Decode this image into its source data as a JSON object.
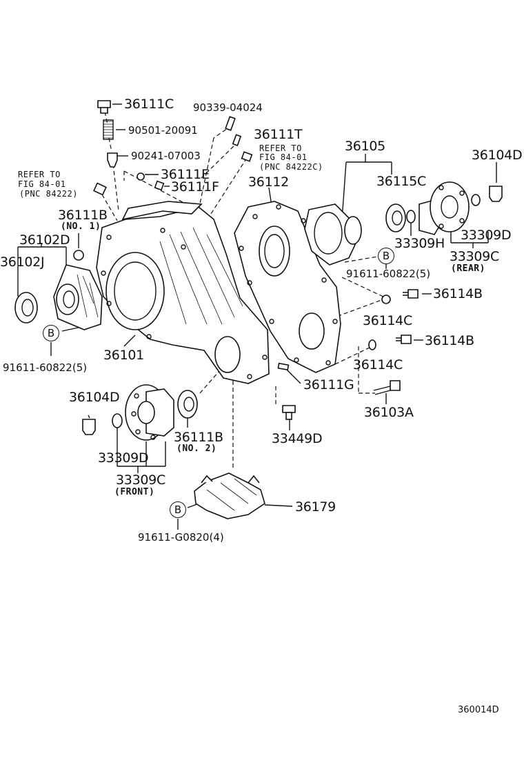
{
  "diagram_code": "360014D",
  "b_marker": "B",
  "labels": {
    "p36111C": "36111C",
    "p90501": "90501-20091",
    "p90339": "90339-04024",
    "p36111T": "36111T",
    "p90241": "90241-07003",
    "p36111E": "36111E",
    "p36111F": "36111F",
    "p36105": "36105",
    "p36104D_r": "36104D",
    "p36112": "36112",
    "p36115C": "36115C",
    "p36111B_1": "36111B",
    "p36102D": "36102D",
    "p36102J": "36102J",
    "p33309H": "33309H",
    "p33309D_r": "33309D",
    "p33309C_r": "33309C",
    "p91611_b1": "91611-60822(5)",
    "p36114B_1": "36114B",
    "p36114C_1": "36114C",
    "p36114B_2": "36114B",
    "p36101": "36101",
    "p91611_b2": "91611-60822(5)",
    "p36114C_2": "36114C",
    "p36111G": "36111G",
    "p36104D_f": "36104D",
    "p36103A": "36103A",
    "p36111B_2": "36111B",
    "p33449D": "33449D",
    "p33309D_f": "33309D",
    "p33309C_f": "33309C",
    "p36179": "36179",
    "p91611_g": "91611-G0820(4)"
  },
  "notes": {
    "no1": "(NO. 1)",
    "no2": "(NO. 2)",
    "rear": "(REAR)",
    "front": "(FRONT)",
    "refer_left": {
      "l1": "REFER TO",
      "l2": "FIG 84-01",
      "l3": "(PNC 84222)"
    },
    "refer_right": {
      "l1": "REFER TO",
      "l2": "FIG 84-01",
      "l3": "(PNC 84222C)"
    }
  }
}
